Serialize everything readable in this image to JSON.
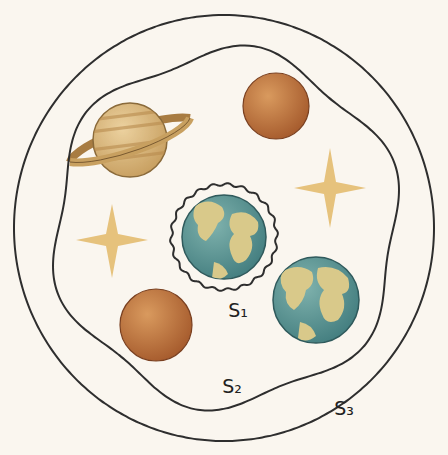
{
  "diagram": {
    "nodes": [
      {
        "text": [
          "S₃"
        ]
      },
      {
        "text": [
          "S₂"
        ],
        "in": 0
      },
      {
        "text": [
          "S₁"
        ],
        "in": 1
      }
    ]
  }
}
